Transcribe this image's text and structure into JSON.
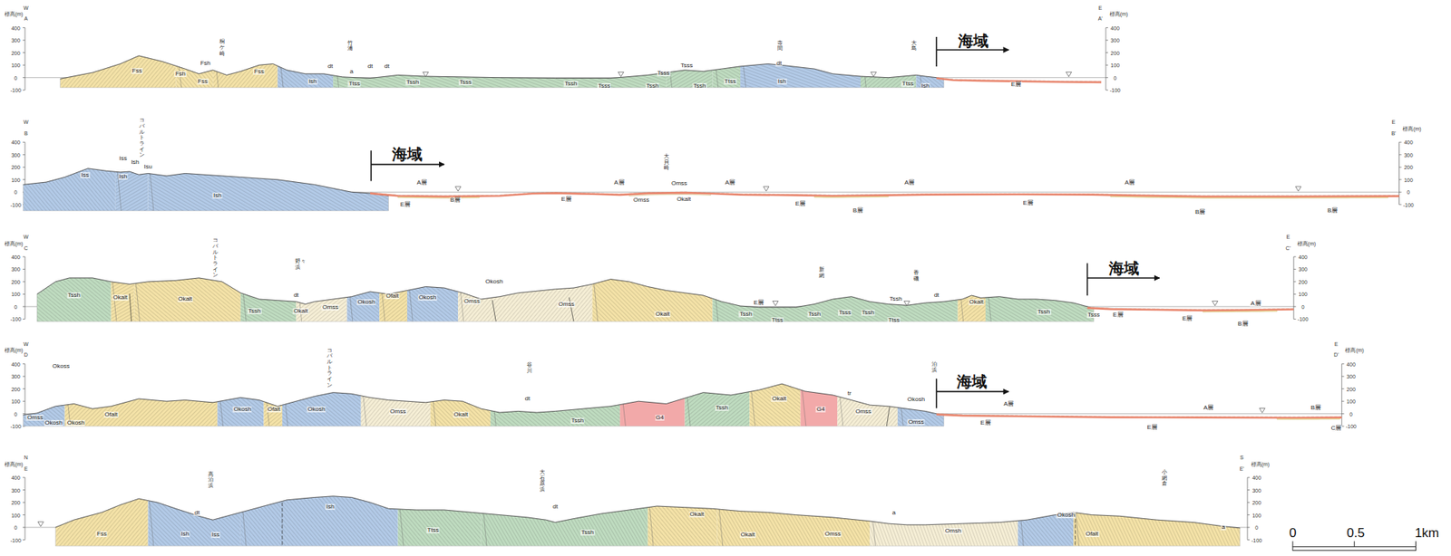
{
  "diagram": {
    "labels": [
      "標高(m)",
      "W",
      "A",
      "400",
      "300",
      "200",
      "100",
      "0",
      "-100",
      "Fss",
      "Fsh",
      "Fsh",
      "桐ケ崎",
      "Fss",
      "Fss",
      "Ish",
      "竹浦",
      "dt",
      "a",
      "dt",
      "dt",
      "Ttss",
      "Tssh",
      "Tsss",
      "Tssh",
      "Tsss",
      "Tssh",
      "Tsss",
      "Tsss",
      "Tssh",
      "Ttss",
      "寺間",
      "dt",
      "Ish",
      "大島",
      "Ttss",
      "Ish",
      "海域",
      "E層",
      "E",
      "A'",
      "標高(m)",
      "400",
      "300",
      "200",
      "100",
      "0",
      "-100",
      "W",
      "B",
      "400",
      "300",
      "200",
      "100",
      "0",
      "-100",
      "Iss",
      "コバルトライン",
      "Iss",
      "Ish",
      "Isu",
      "Ish",
      "Ish",
      "海域",
      "A層",
      "E層",
      "B層",
      "E層",
      "A層",
      "大貝崎",
      "Omss",
      "Omss",
      "Okalt",
      "A層",
      "E層",
      "B層",
      "A層",
      "E層",
      "A層",
      "B層",
      "B層",
      "E",
      "B'",
      "標高(m)",
      "400",
      "300",
      "200",
      "100",
      "0",
      "-100",
      "標高(m)",
      "W",
      "C",
      "400",
      "300",
      "200",
      "100",
      "0",
      "-100",
      "Tssh",
      "Okalt",
      "Okalt",
      "コバルトライン",
      "Tssh",
      "野々浜",
      "dt",
      "Okalt",
      "Omss",
      "Okosh",
      "Ofalt",
      "Okosh",
      "Omss",
      "Okosh",
      "Omss",
      "Okalt",
      "E層",
      "Tssh",
      "Ttss",
      "Tssh",
      "新網",
      "Tsss",
      "Tssh",
      "Ttss",
      "Tssh",
      "香磯",
      "dt",
      "Okalt",
      "Tssh",
      "Tsss",
      "海域",
      "E層",
      "E層",
      "A層",
      "B層",
      "E",
      "C'",
      "標高(m)",
      "400",
      "300",
      "200",
      "100",
      "0",
      "-100",
      "標高(m)",
      "W",
      "D",
      "400",
      "300",
      "200",
      "100",
      "0",
      "-100",
      "Okoss",
      "Omss",
      "Okosh",
      "Okosh",
      "Ofalt",
      "Okosh",
      "Ofalt",
      "コバルトライン",
      "Okosh",
      "Omss",
      "Okalt",
      "谷川",
      "dt",
      "Tssh",
      "G4",
      "Tssh",
      "Okalt",
      "G4",
      "tr",
      "Omss",
      "泊浜",
      "Okosh",
      "Omss",
      "海域",
      "A層",
      "E層",
      "E層",
      "A層",
      "B層",
      "C層",
      "E",
      "D'",
      "標高(m)",
      "400",
      "300",
      "200",
      "100",
      "0",
      "-100",
      "標高(m)",
      "N",
      "E",
      "400",
      "300",
      "200",
      "100",
      "0",
      "-100",
      "Fss",
      "高泊浜",
      "dt",
      "Ish",
      "Iss",
      "Ish",
      "Ttss",
      "大石原浜",
      "dt",
      "Tssh",
      "Okalt",
      "Okalt",
      "Omss",
      "a",
      "Omsh",
      "Okosh",
      "Ofalt",
      "小網倉",
      "a",
      "S",
      "E'",
      "標高(m)",
      "400",
      "300",
      "200",
      "100",
      "0",
      "-100",
      "0",
      "0.5",
      "1km"
    ]
  }
}
